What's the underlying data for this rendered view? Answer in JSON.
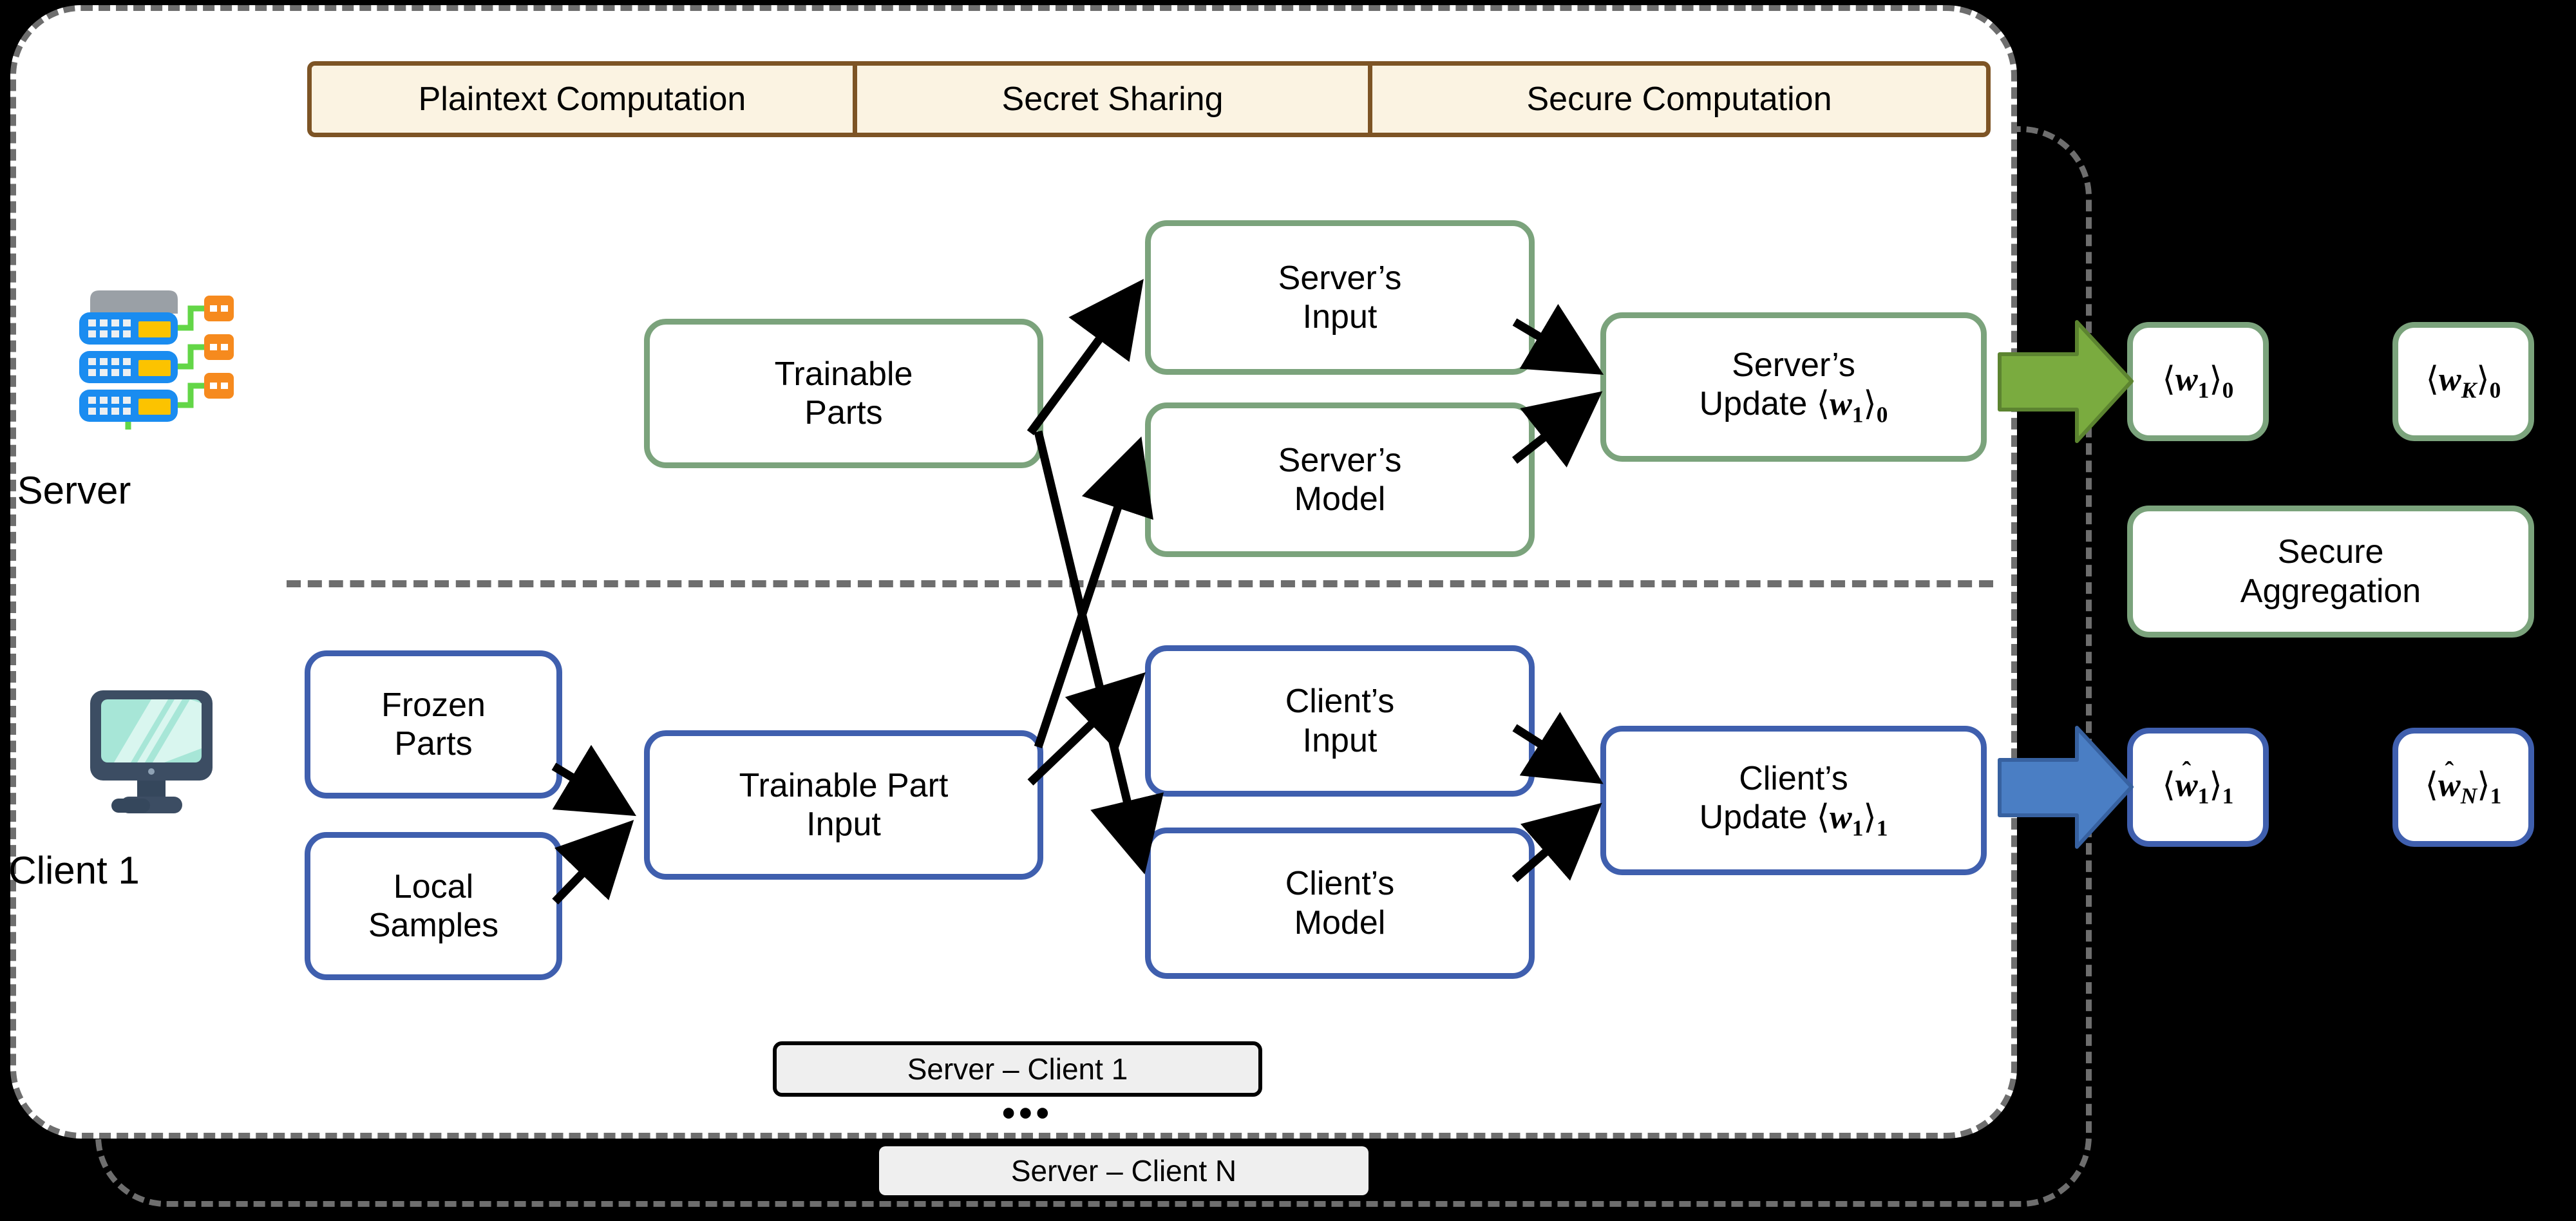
{
  "legend": {
    "items": [
      {
        "label": "Plaintext Computation"
      },
      {
        "label": "Secret Sharing"
      },
      {
        "label": "Secure Computation"
      }
    ],
    "border_color": "#7d5425",
    "fill_color": "#fbf3e2"
  },
  "roles": {
    "server": {
      "label": "Server",
      "icon": "server-rack-icon"
    },
    "client": {
      "label": "Client 1",
      "icon": "desktop-monitor-icon"
    }
  },
  "colors": {
    "server_accent": "#7ba37c",
    "client_accent": "#3f5fae",
    "server_arrow": "#7aab3f",
    "client_arrow": "#4a7ec4",
    "panel_dash": "#6e6e6e",
    "background": "#000000",
    "panel_fill": "#ffffff"
  },
  "server_row": {
    "trainable_parts": {
      "line1": "Trainable",
      "line2": "Parts"
    },
    "server_input": {
      "line1": "Server’s",
      "line2": "Input"
    },
    "server_model": {
      "line1": "Server’s",
      "line2": "Model"
    },
    "server_update": {
      "line1": "Server’s",
      "line2_prefix": "Update ",
      "line2_math": "⟨w⟩",
      "var": "w",
      "sub": "1",
      "share_index": "0"
    }
  },
  "client_row": {
    "frozen_parts": {
      "line1": "Frozen",
      "line2": "Parts"
    },
    "local_samples": {
      "line1": "Local",
      "line2": "Samples"
    },
    "trainable_part_input": {
      "line1": "Trainable Part",
      "line2": "Input"
    },
    "client_input": {
      "line1": "Client’s",
      "line2": "Input"
    },
    "client_model": {
      "line1": "Client’s",
      "line2": "Model"
    },
    "client_update": {
      "line1": "Client’s",
      "line2_prefix": "Update ",
      "var": "w",
      "sub": "1",
      "share_index": "1"
    }
  },
  "aggregation_panel": {
    "server_shares": [
      {
        "var": "w",
        "sub": "1",
        "share_index": "0",
        "hat": false
      },
      {
        "var": "w",
        "sub": "K",
        "share_index": "0",
        "hat": false
      }
    ],
    "client_shares": [
      {
        "var": "w",
        "sub": "1",
        "share_index": "1",
        "hat": true
      },
      {
        "var": "w",
        "sub": "N",
        "share_index": "1",
        "hat": true
      }
    ],
    "secure_aggregation": {
      "line1": "Secure",
      "line2": "Aggregation"
    }
  },
  "bands": {
    "client_1": "Server – Client 1",
    "client_n": "Server – Client N",
    "ellipsis": "•••"
  }
}
